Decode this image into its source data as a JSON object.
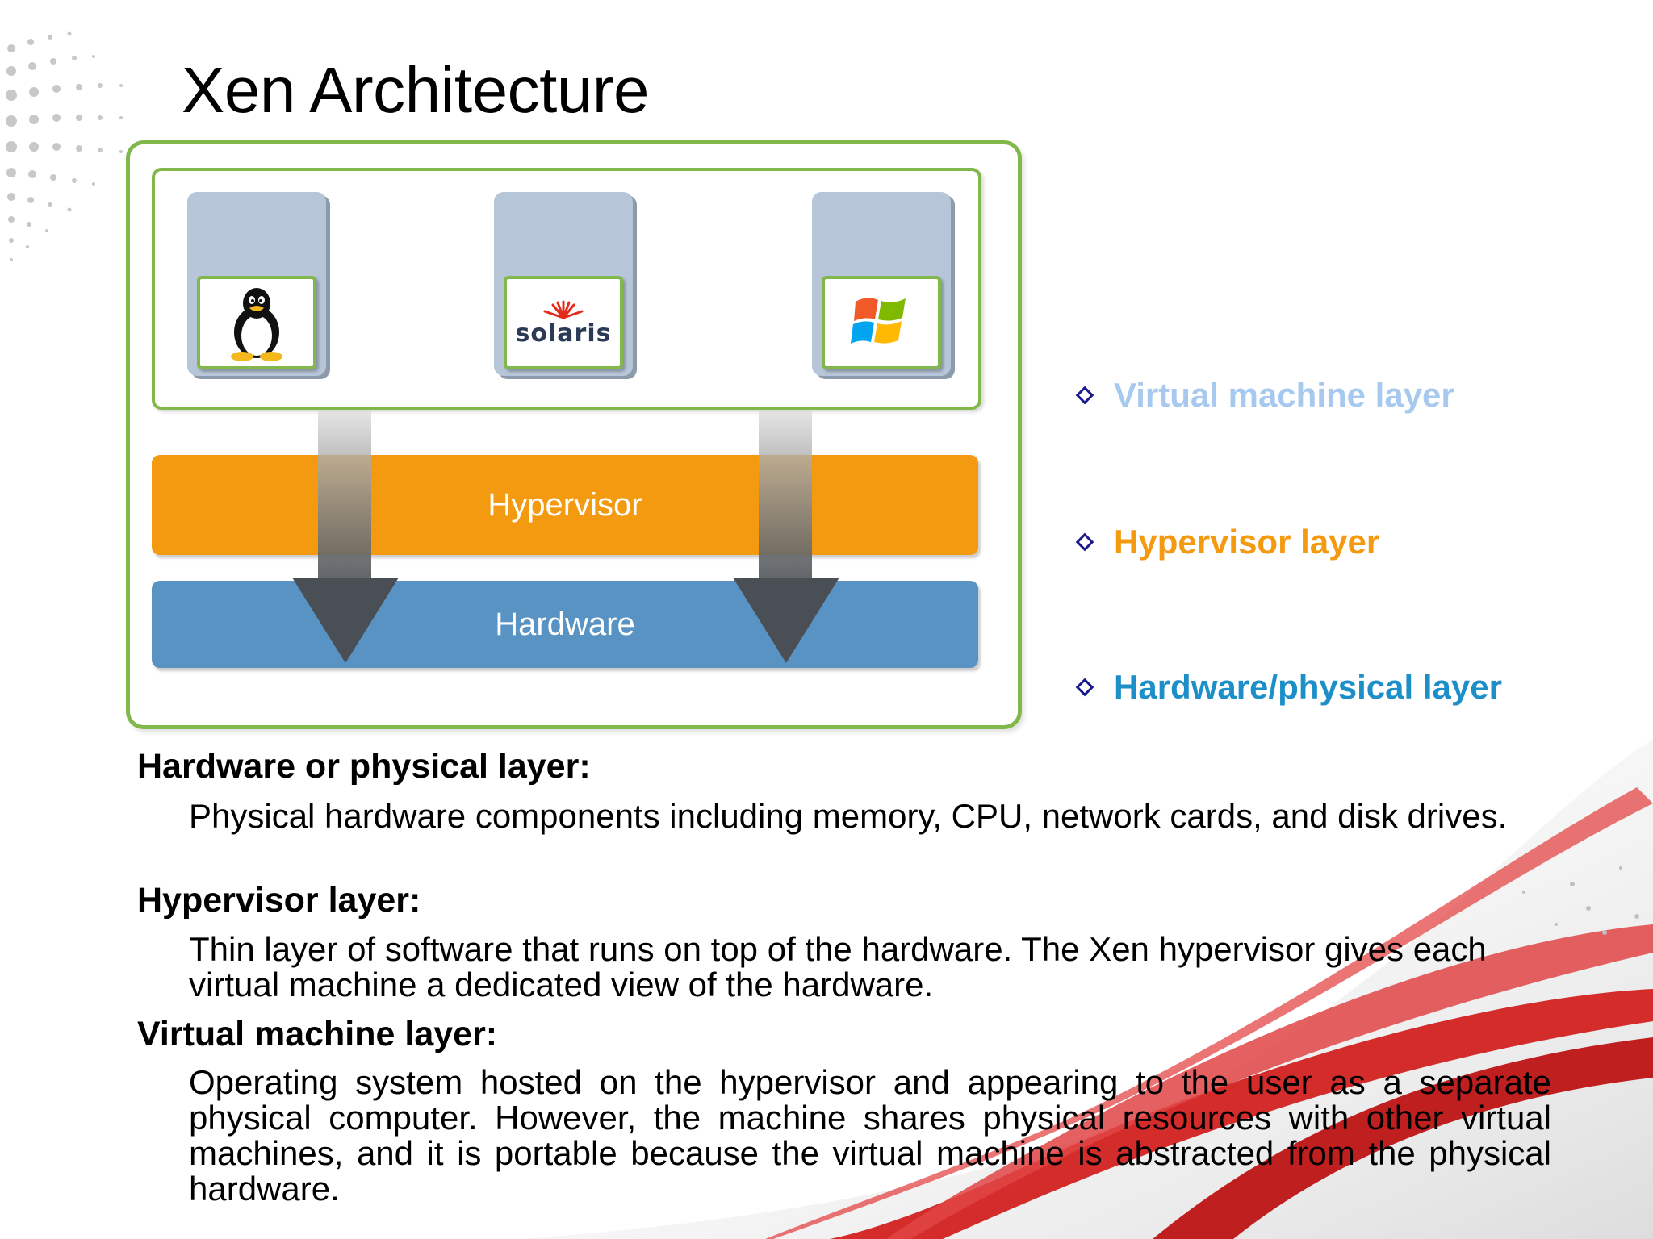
{
  "title": "Xen Architecture",
  "diagram": {
    "vm_logos": [
      {
        "name": "linux-tux-logo"
      },
      {
        "name": "solaris-logo",
        "text": "solaris"
      },
      {
        "name": "windows-logo"
      }
    ],
    "hypervisor_label": "Hypervisor",
    "hardware_label": "Hardware",
    "colors": {
      "frame_green": "#82b74b",
      "vm_gray_blue": "#b6c6d8",
      "hypervisor_orange": "#f39a11",
      "hardware_blue": "#5893c4"
    }
  },
  "legend": [
    {
      "label": "Virtual machine layer",
      "color": "#a8c9ef"
    },
    {
      "label": "Hypervisor layer",
      "color": "#f39a11"
    },
    {
      "label": "Hardware/physical layer",
      "color": "#1d8fc8"
    }
  ],
  "sections": [
    {
      "heading": "Hardware or physical layer:",
      "body": "Physical hardware components including memory, CPU, network cards, and disk drives."
    },
    {
      "heading": "Hypervisor layer:",
      "body": "Thin layer of software that runs on top of the hardware. The Xen hypervisor gives each virtual machine a dedicated view of the hardware."
    },
    {
      "heading": "Virtual machine layer:",
      "body": "Operating system hosted on the hypervisor and appearing to the user as a separate physical computer. However, the machine shares physical resources with other virtual machines, and it is portable because the virtual machine is abstracted from the physical hardware."
    }
  ]
}
